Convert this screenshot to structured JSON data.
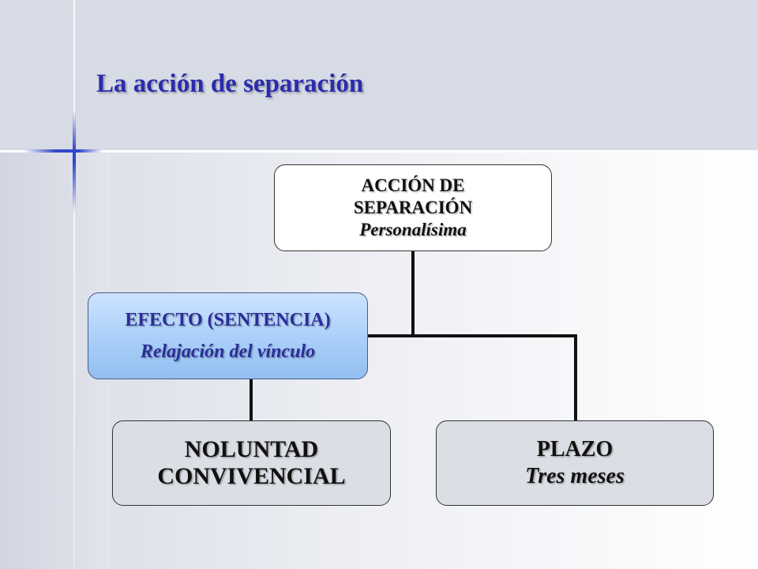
{
  "slide": {
    "title": "La acción de separación"
  },
  "diagram": {
    "accion": {
      "line1": "ACCIÓN DE",
      "line2": "SEPARACIÓN",
      "line3": "Personalísima"
    },
    "efecto": {
      "line1": "EFECTO (SENTENCIA)",
      "line2": "Relajación del vínculo"
    },
    "noluntad": {
      "line1": "NOLUNTAD",
      "line2": "CONVIVENCIAL"
    },
    "plazo": {
      "line1": "PLAZO",
      "line2": "Tres meses"
    }
  },
  "colors": {
    "title": "#2a2cae",
    "efecto_fill": "#a9cff8",
    "efecto_text": "#2c2c9a",
    "box_fill": "#dcdee5",
    "accent_cross": "#3346c9"
  }
}
